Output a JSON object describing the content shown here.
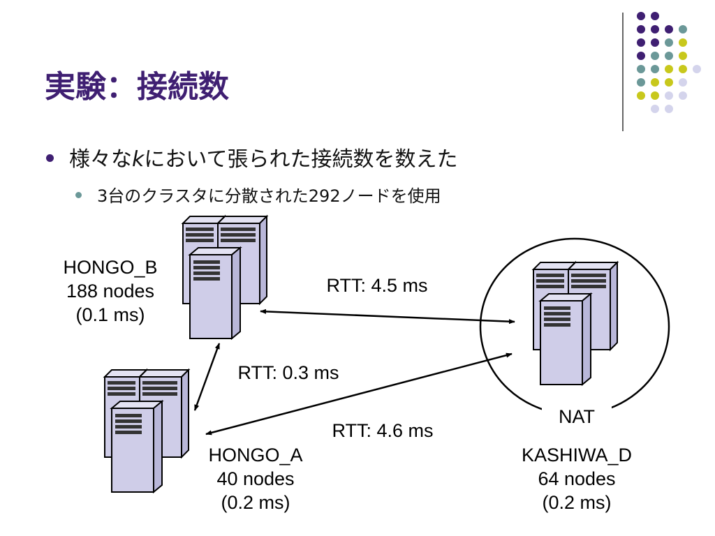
{
  "slide": {
    "title": "実験：接続数",
    "bullet1_pre": "様々な",
    "bullet1_k": "k",
    "bullet1_post": "において張られた接続数を数えた",
    "bullet2": "3台のクラスタに分散された292ノードを使用"
  },
  "clusters": {
    "hongo_b": {
      "name": "HONGO_B",
      "nodes": "188 nodes",
      "latency": "(0.1 ms)"
    },
    "hongo_a": {
      "name": "HONGO_A",
      "nodes": "40 nodes",
      "latency": "(0.2 ms)"
    },
    "kashiwa_d": {
      "name": "KASHIWA_D",
      "nodes": "64 nodes",
      "latency": "(0.2 ms)",
      "nat": "NAT"
    }
  },
  "links": {
    "b_to_d": "RTT: 4.5 ms",
    "a_to_b": "RTT: 0.3 ms",
    "a_to_d": "RTT: 4.6 ms"
  },
  "colors": {
    "title": "#3f1f72",
    "purple": "#3f1f72",
    "teal": "#6b9898",
    "lime": "#c8c81c",
    "lavender": "#d4d4ec",
    "server_fill": "#cfcde8"
  }
}
